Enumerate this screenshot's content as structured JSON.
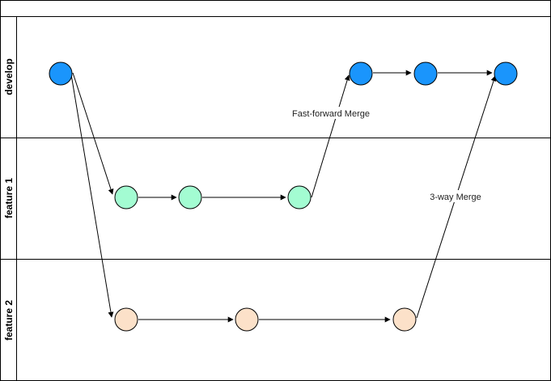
{
  "lanes": [
    {
      "id": "develop",
      "label": "develop"
    },
    {
      "id": "feature1",
      "label": "feature 1"
    },
    {
      "id": "feature2",
      "label": "feature 2"
    }
  ],
  "colors": {
    "develop_fill": "#1A95FC",
    "feature1_fill": "#A3FCD2",
    "feature2_fill": "#FCE1C9",
    "stroke": "#000000"
  },
  "labels": {
    "fast_forward": "Fast-forward Merge",
    "three_way": "3-way Merge"
  },
  "nodes": [
    {
      "id": "d1",
      "lane": "develop"
    },
    {
      "id": "d2",
      "lane": "develop"
    },
    {
      "id": "d3",
      "lane": "develop"
    },
    {
      "id": "d4",
      "lane": "develop"
    },
    {
      "id": "f1a",
      "lane": "feature1"
    },
    {
      "id": "f1b",
      "lane": "feature1"
    },
    {
      "id": "f1c",
      "lane": "feature1"
    },
    {
      "id": "f2a",
      "lane": "feature2"
    },
    {
      "id": "f2b",
      "lane": "feature2"
    },
    {
      "id": "f2c",
      "lane": "feature2"
    }
  ],
  "edges": [
    {
      "from": "d1",
      "to": "f1a"
    },
    {
      "from": "d1",
      "to": "f2a"
    },
    {
      "from": "f1a",
      "to": "f1b"
    },
    {
      "from": "f1b",
      "to": "f1c"
    },
    {
      "from": "f1c",
      "to": "d2"
    },
    {
      "from": "d2",
      "to": "d3"
    },
    {
      "from": "d3",
      "to": "d4"
    },
    {
      "from": "f2a",
      "to": "f2b"
    },
    {
      "from": "f2b",
      "to": "f2c"
    },
    {
      "from": "f2c",
      "to": "d4"
    }
  ]
}
